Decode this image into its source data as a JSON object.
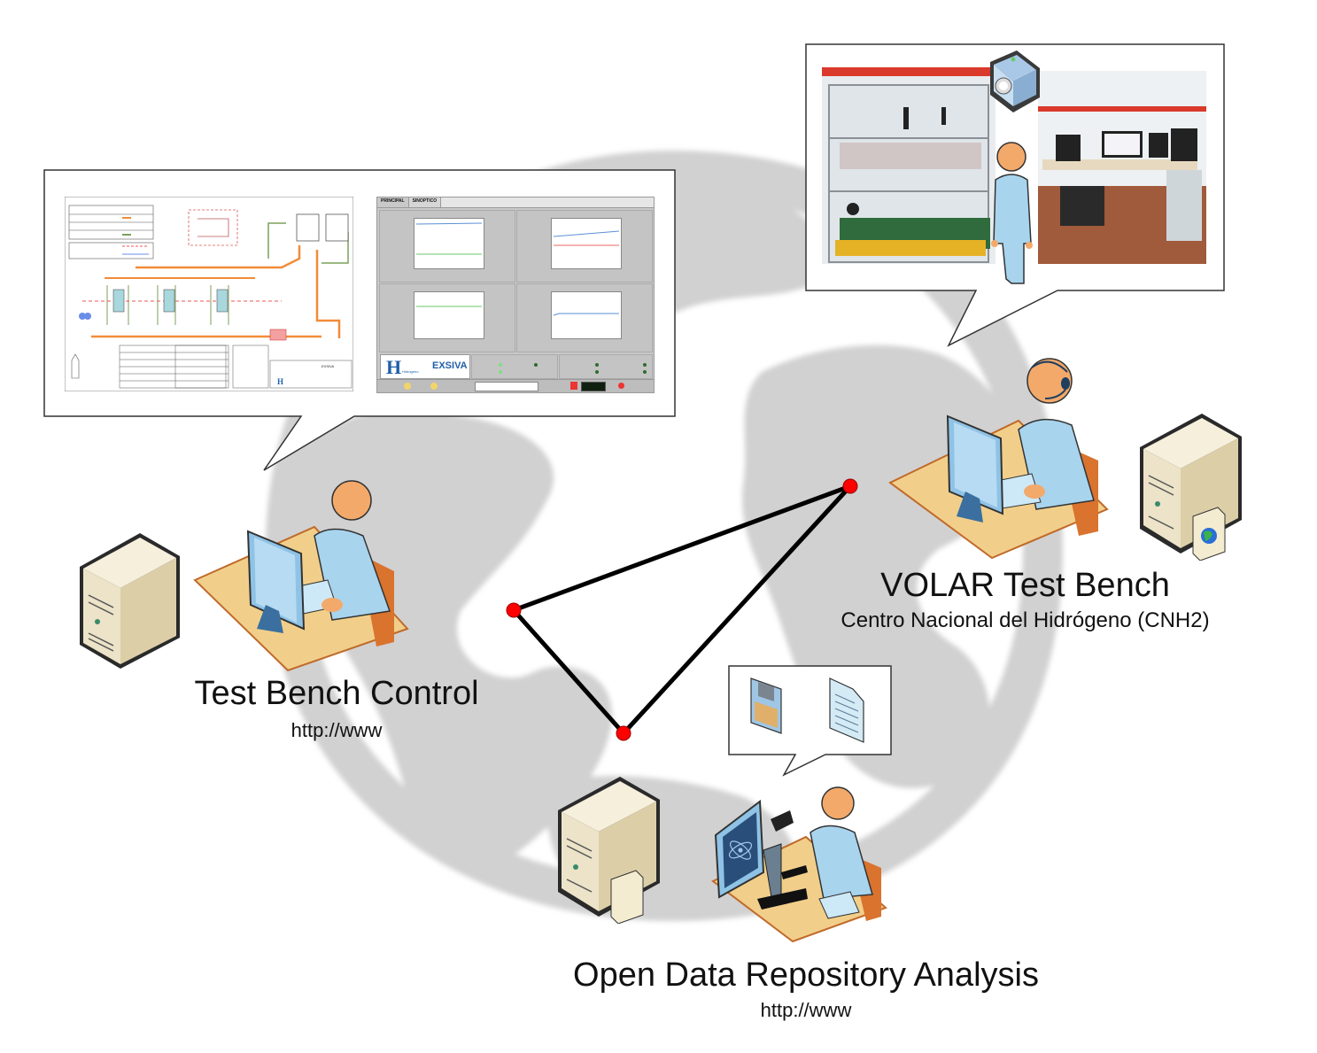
{
  "diagram": {
    "title": "Remote laboratory architecture",
    "nodes": [
      {
        "id": "test-bench-control",
        "title": "Test Bench Control",
        "subtitle": "http://www"
      },
      {
        "id": "volar-test-bench",
        "title": "VOLAR Test Bench",
        "subtitle": "Centro Nacional del Hidrógeno (CNH2)"
      },
      {
        "id": "open-data-repository",
        "title": "Open Data Repository Analysis",
        "subtitle": "http://www"
      }
    ],
    "edges": [
      {
        "from": "network-node-left",
        "to": "network-node-right"
      },
      {
        "from": "network-node-left",
        "to": "network-node-bottom"
      },
      {
        "from": "network-node-bottom",
        "to": "network-node-right"
      }
    ],
    "colors": {
      "network_node": "#ff0000",
      "network_link": "#000000",
      "globe": "#d0d0d0",
      "person_body": "#a8d4ee",
      "person_head": "#f3a96a",
      "desk": "#f1cf8a",
      "server": "#efe6cf"
    }
  },
  "scada_screen": {
    "tabs": [
      "PRINCIPAL",
      "SINOPTICO"
    ],
    "brand": "EXSIVA",
    "logo_letter": "H",
    "logo_text": "Hidrógeno"
  },
  "callouts": {
    "control": "Control software screens (P&ID synoptic and monitoring panel)",
    "bench": "Photos of test bench and lab workstation",
    "repository": "Data files (disk, document)"
  }
}
